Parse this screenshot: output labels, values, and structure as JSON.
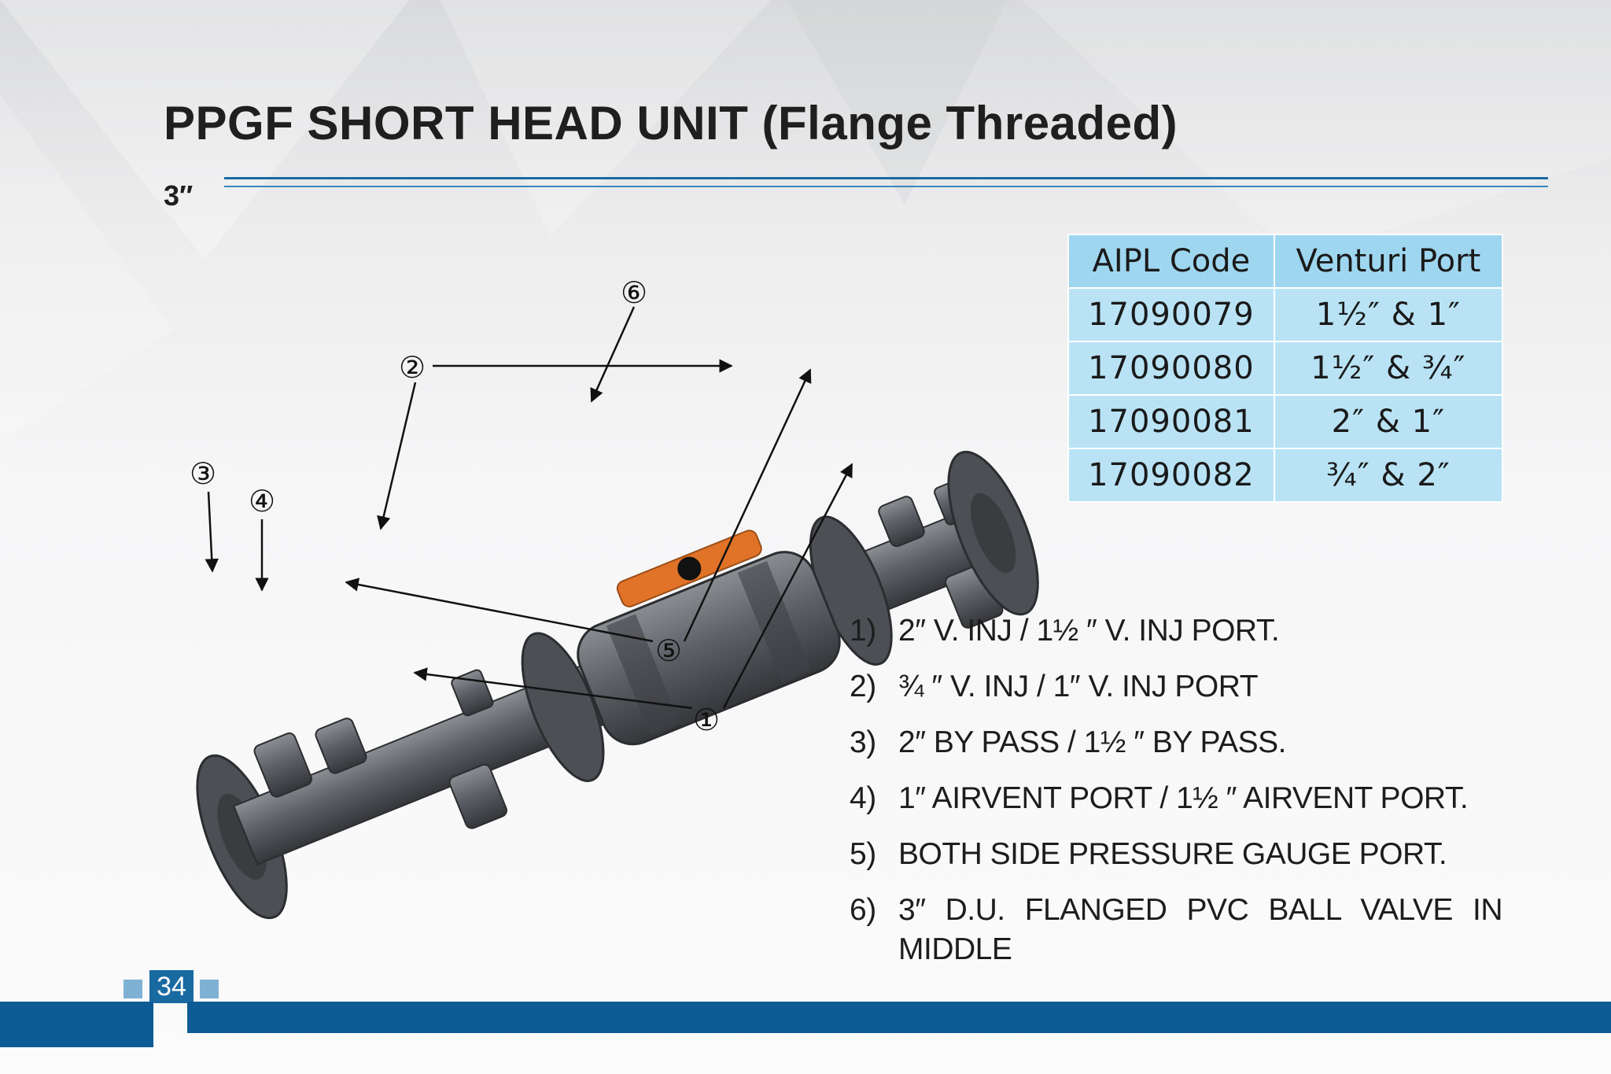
{
  "page": {
    "title": "PPGF SHORT HEAD UNIT (Flange Threaded)",
    "size_label": "3″",
    "page_number": "34"
  },
  "colors": {
    "accent_blue": "#1a6aa2",
    "table_fill": "#b9e3f5",
    "handle_orange": "#e07328",
    "pipe_gray": "#55585d"
  },
  "table": {
    "headers": [
      "AIPL Code",
      "Venturi Port"
    ],
    "rows": [
      [
        "17090079",
        "1½″ & 1″"
      ],
      [
        "17090080",
        "1½″ & ¾″"
      ],
      [
        "17090081",
        "2″ & 1″"
      ],
      [
        "17090082",
        "¾″ & 2″"
      ]
    ]
  },
  "callouts": [
    "①",
    "②",
    "③",
    "④",
    "⑤",
    "⑥"
  ],
  "features": [
    {
      "num": "1)",
      "text": "2″ V. INJ / 1½ ″ V. INJ PORT."
    },
    {
      "num": "2)",
      "text": "¾ ″ V. INJ / 1″ V. INJ PORT"
    },
    {
      "num": "3)",
      "text": "2″ BY PASS / 1½ ″ BY PASS."
    },
    {
      "num": "4)",
      "text": "1″ AIRVENT  PORT / 1½ ″ AIRVENT PORT."
    },
    {
      "num": "5)",
      "text": "BOTH SIDE PRESSURE GAUGE PORT."
    },
    {
      "num": "6)",
      "text": "3″ D.U. FLANGED PVC BALL VALVE IN MIDDLE"
    }
  ]
}
